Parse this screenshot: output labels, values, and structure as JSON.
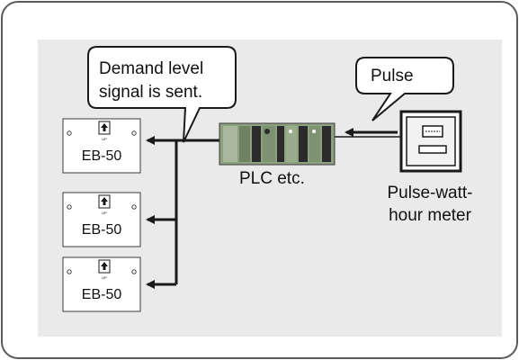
{
  "colors": {
    "frame": "#5b5b5b",
    "background": "#eaeaea",
    "line": "#1a1a1a",
    "box": "#ffffff",
    "plc_body": "#8da07f",
    "plc_dark": "#2b2b2b",
    "meter_bg": "#f2f2f2"
  },
  "callouts": {
    "demand": {
      "line1": "Demand level",
      "line2": "signal is sent."
    },
    "pulse": {
      "label": "Pulse"
    }
  },
  "devices": {
    "plc": {
      "label": "PLC etc."
    },
    "meter": {
      "line1": "Pulse-watt-",
      "line2": "hour meter"
    },
    "eb_units": [
      {
        "label": "EB-50",
        "up_mark": "UP"
      },
      {
        "label": "EB-50",
        "up_mark": "UP"
      },
      {
        "label": "EB-50",
        "up_mark": "UP"
      }
    ]
  }
}
